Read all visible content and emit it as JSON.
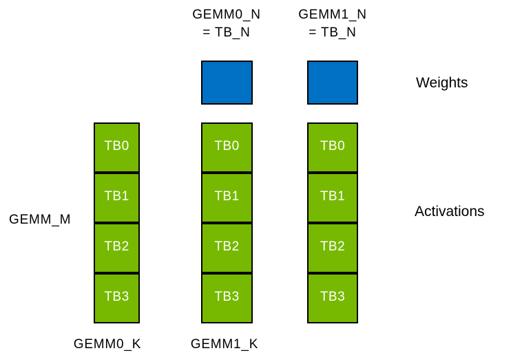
{
  "colors": {
    "green": "#76B900",
    "blue": "#0071C5",
    "border": "#000000"
  },
  "header_labels": [
    {
      "line1": "GEMM0_N",
      "line2": "= TB_N"
    },
    {
      "line1": "GEMM1_N",
      "line2": "= TB_N"
    }
  ],
  "weights_label": "Weights",
  "activations_label": "Activations",
  "gemm_m_label": "GEMM_M",
  "bottom_labels": [
    "GEMM0_K",
    "GEMM1_K"
  ],
  "columns": [
    {
      "blocks": [
        "TB0",
        "TB1",
        "TB2",
        "TB3"
      ]
    },
    {
      "blocks": [
        "TB0",
        "TB1",
        "TB2",
        "TB3"
      ]
    },
    {
      "blocks": [
        "TB0",
        "TB1",
        "TB2",
        "TB3"
      ]
    }
  ]
}
